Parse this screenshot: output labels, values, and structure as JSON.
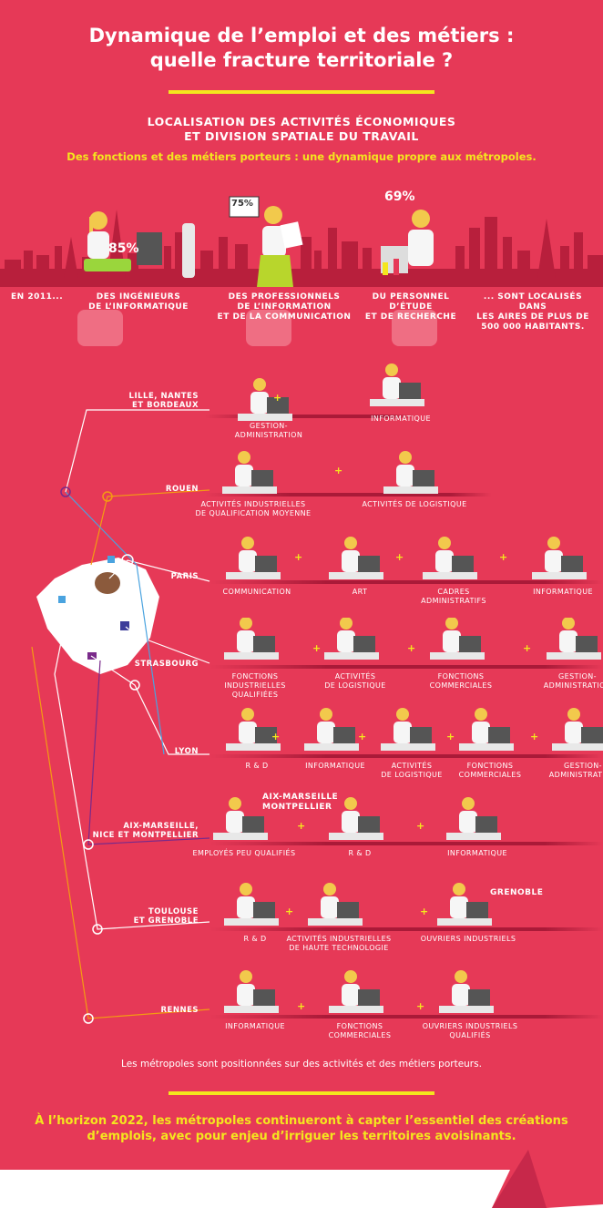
{
  "title": {
    "line1": "Dynamique de l’emploi et des métiers :",
    "line2": "quelle fracture territoriale ?"
  },
  "section": {
    "line1": "LOCALISATION DES ACTIVITÉS ÉCONOMIQUES",
    "line2": "ET DIVISION SPATIALE DU TRAVAIL"
  },
  "tagline": "Des fonctions et des métiers porteurs : une dynamique propre aux métropoles.",
  "top": {
    "en2011": "EN 2011...",
    "stats": [
      {
        "value": "85%",
        "label1": "DES INGÉNIEURS",
        "label2": "DE L’INFORMATIQUE",
        "label3": ""
      },
      {
        "value": "75%",
        "label1": "DES PROFESSIONNELS",
        "label2": "DE L’INFORMATION",
        "label3": "ET DE LA COMMUNICATION"
      },
      {
        "value": "69%",
        "label1": "DU PERSONNEL D’ÉTUDE",
        "label2": "ET DE RECHERCHE",
        "label3": ""
      }
    ],
    "outro": {
      "line1": "... SONT LOCALISÉS DANS",
      "line2": "LES AIRES DE PLUS DE",
      "line3": "500 000 HABITANTS."
    }
  },
  "rows": [
    {
      "city1": "LILLE, NANTES",
      "city2": "ET BORDEAUX",
      "items": [
        {
          "l1": "GESTION-",
          "l2": "ADMINISTRATION",
          "l3": ""
        },
        {
          "l1": "INFORMATIQUE",
          "l2": "",
          "l3": ""
        }
      ]
    },
    {
      "city1": "ROUEN",
      "city2": "",
      "items": [
        {
          "l1": "ACTIVITÉS INDUSTRIELLES",
          "l2": "DE QUALIFICATION MOYENNE",
          "l3": ""
        },
        {
          "l1": "ACTIVITÉS DE LOGISTIQUE",
          "l2": "",
          "l3": ""
        }
      ]
    },
    {
      "city1": "PARIS",
      "city2": "",
      "items": [
        {
          "l1": "COMMUNICATION",
          "l2": "",
          "l3": ""
        },
        {
          "l1": "ART",
          "l2": "",
          "l3": ""
        },
        {
          "l1": "CADRES",
          "l2": "ADMINISTRATIFS",
          "l3": ""
        },
        {
          "l1": "INFORMATIQUE",
          "l2": "",
          "l3": ""
        }
      ]
    },
    {
      "city1": "STRASBOURG",
      "city2": "",
      "items": [
        {
          "l1": "FONCTIONS",
          "l2": "INDUSTRIELLES",
          "l3": "QUALIFIÉES"
        },
        {
          "l1": "ACTIVITÉS",
          "l2": "DE LOGISTIQUE",
          "l3": ""
        },
        {
          "l1": "FONCTIONS",
          "l2": "COMMERCIALES",
          "l3": ""
        },
        {
          "l1": "GESTION-",
          "l2": "ADMINISTRATION",
          "l3": ""
        }
      ]
    },
    {
      "city1": "LYON",
      "city2": "",
      "items": [
        {
          "l1": "R & D",
          "l2": "",
          "l3": ""
        },
        {
          "l1": "INFORMATIQUE",
          "l2": "",
          "l3": ""
        },
        {
          "l1": "ACTIVITÉS",
          "l2": "DE LOGISTIQUE",
          "l3": ""
        },
        {
          "l1": "FONCTIONS",
          "l2": "COMMERCIALES",
          "l3": ""
        },
        {
          "l1": "GESTION-",
          "l2": "ADMINISTRATION",
          "l3": ""
        }
      ]
    },
    {
      "city1": "AIX-MARSEILLE,",
      "city2": "NICE ET MONTPELLIER",
      "badge1": "AIX-MARSEILLE",
      "badge2": "MONTPELLIER",
      "items": [
        {
          "l1": "EMPLOYÉS PEU QUALIFIÉS",
          "l2": "",
          "l3": ""
        },
        {
          "l1": "R & D",
          "l2": "",
          "l3": ""
        },
        {
          "l1": "INFORMATIQUE",
          "l2": "",
          "l3": ""
        }
      ]
    },
    {
      "city1": "TOULOUSE",
      "city2": "ET GRENOBLE",
      "badge1": "GRENOBLE",
      "items": [
        {
          "l1": "R & D",
          "l2": "",
          "l3": ""
        },
        {
          "l1": "ACTIVITÉS INDUSTRIELLES",
          "l2": "DE HAUTE TECHNOLOGIE",
          "l3": ""
        },
        {
          "l1": "OUVRIERS INDUSTRIELS",
          "l2": "",
          "l3": ""
        }
      ]
    },
    {
      "city1": "RENNES",
      "city2": "",
      "items": [
        {
          "l1": "INFORMATIQUE",
          "l2": "",
          "l3": ""
        },
        {
          "l1": "FONCTIONS",
          "l2": "COMMERCIALES",
          "l3": ""
        },
        {
          "l1": "OUVRIERS INDUSTRIELS",
          "l2": "QUALIFIÉS",
          "l3": ""
        }
      ]
    }
  ],
  "plus": "+",
  "note": "Les métropoles sont positionnées sur des activités et des métiers porteurs.",
  "footer": {
    "line1": "À l’horizon 2022, les métropoles continueront à capter l’essentiel des créations",
    "line2": "d’emplois, avec pour enjeu d’irriguer les territoires avoisinants."
  },
  "colors": {
    "background": "#e63957",
    "accent": "#f4e61e",
    "skyline": "#b81f3c",
    "white": "#ffffff"
  }
}
